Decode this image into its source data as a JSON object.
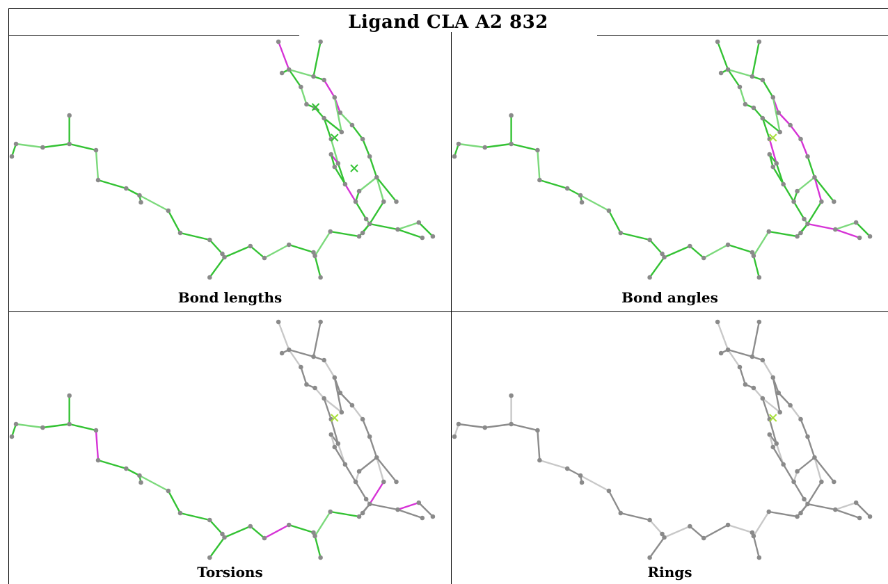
{
  "title": "Ligand CLA A2 832",
  "panels": [
    {
      "key": "bond_lengths",
      "label": "Bond lengths"
    },
    {
      "key": "bond_angles",
      "label": "Bond angles"
    },
    {
      "key": "torsions",
      "label": "Torsions"
    },
    {
      "key": "rings",
      "label": "Rings"
    }
  ],
  "colors": {
    "ok_bond": "#33c233",
    "ok_bond_light": "#7bd97b",
    "outlier_bond": "#d633d6",
    "neutral_bond": "#8c8c8c",
    "neutral_bond_light": "#c8c8c8",
    "atom": "#8a8a8a",
    "ring_center": "#a8e03a",
    "grid": "#000000"
  }
}
